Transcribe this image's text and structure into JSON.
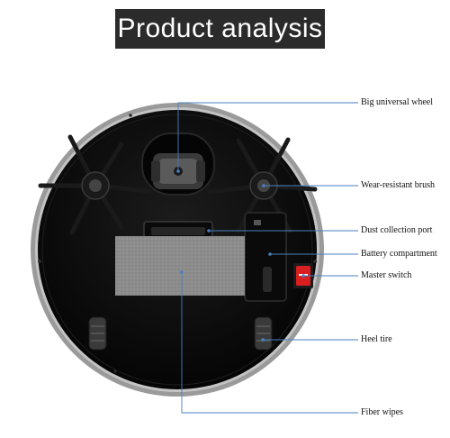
{
  "title": "Product analysis",
  "colors": {
    "leader_line": "#4a7fc0",
    "body": "#0d0d0d",
    "rim": "#8c8c8c",
    "pad": "#8a8a8a",
    "switch": "#d81e1e"
  },
  "labels": {
    "big_universal_wheel": "Big universal wheel",
    "wear_resistant_brush": "Wear-resistant brush",
    "dust_collection_port": "Dust collection port",
    "battery_compartment": "Battery compartment",
    "master_switch": "Master switch",
    "heel_tire": "Heel tire",
    "fiber_wipes": "Fiber wipes"
  }
}
